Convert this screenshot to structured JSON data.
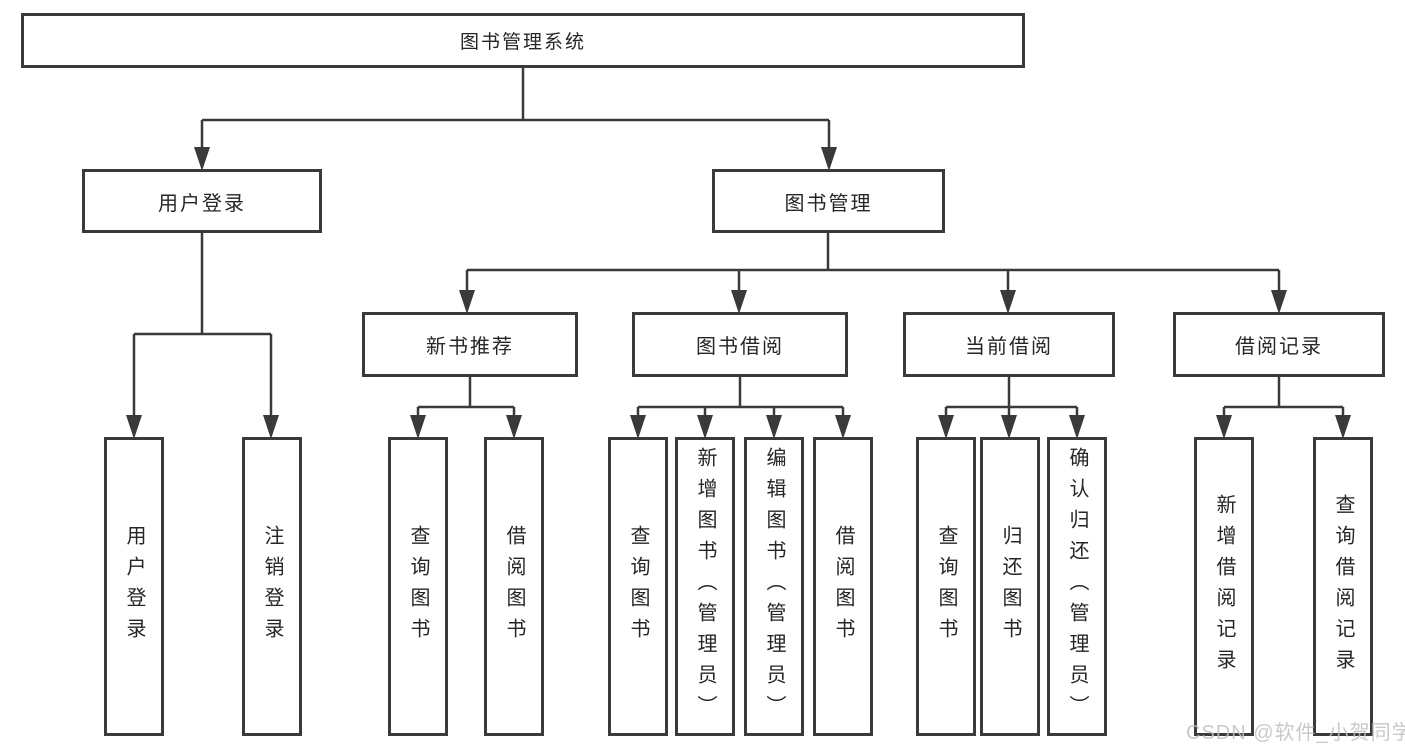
{
  "diagram": {
    "root": {
      "label": "图书管理系统"
    },
    "level1": {
      "user_login": "用户登录",
      "book_mgmt": "图书管理"
    },
    "level2": {
      "new_books": "新书推荐",
      "book_borrow": "图书借阅",
      "current_borrow": "当前借阅",
      "borrow_records": "借阅记录"
    },
    "leaves": {
      "login": [
        "用户登录",
        "注销登录"
      ],
      "new_books": [
        "查询图书",
        "借阅图书"
      ],
      "book_borrow": [
        "查询图书",
        "新增图书（管理员）",
        "编辑图书（管理员）",
        "借阅图书"
      ],
      "current_borrow": [
        "查询图书",
        "归还图书",
        "确认归还（管理员）"
      ],
      "borrow_records": [
        "新增借阅记录",
        "查询借阅记录"
      ]
    },
    "colors": {
      "line": "#3a3a3a",
      "box_border": "#3a3a3a",
      "text": "#262626",
      "watermark": "#c0c0c0",
      "background": "#ffffff"
    }
  },
  "watermark": "CSDN @软件_小贺同学"
}
